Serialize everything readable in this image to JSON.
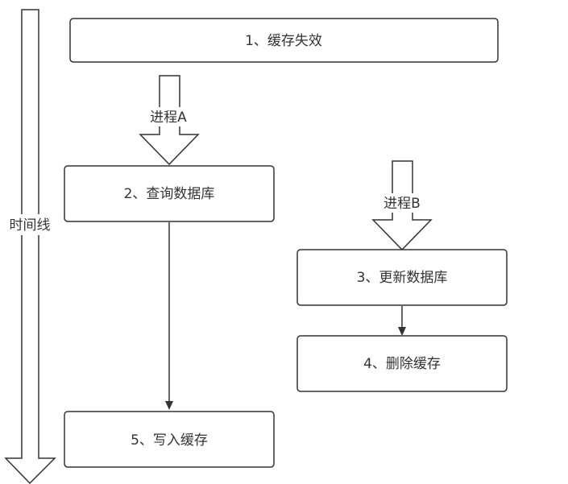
{
  "timeline": {
    "label": "时间线"
  },
  "processes": {
    "a": "进程A",
    "b": "进程B"
  },
  "steps": [
    {
      "id": "s1",
      "label": "1、缓存失效"
    },
    {
      "id": "s2",
      "label": "2、查询数据库"
    },
    {
      "id": "s3",
      "label": "3、更新数据库"
    },
    {
      "id": "s4",
      "label": "4、删除缓存"
    },
    {
      "id": "s5",
      "label": "5、写入缓存"
    }
  ],
  "colors": {
    "stroke": "#333333",
    "fill": "#ffffff",
    "text": "#333333"
  }
}
